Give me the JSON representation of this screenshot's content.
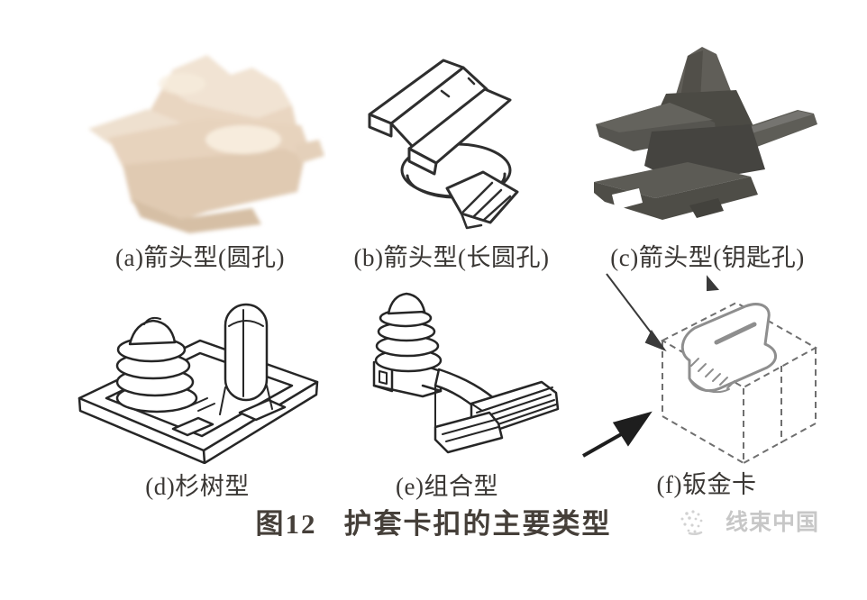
{
  "figure": {
    "background": "#ffffff",
    "panels": [
      {
        "key": "a",
        "label": "(a)箭头型(圆孔)",
        "image": "ivory-plastic-arrow-clip-photo"
      },
      {
        "key": "b",
        "label": "(b)箭头型(长圆孔)",
        "image": "arrow-clip-oblong-hole-line-drawing"
      },
      {
        "key": "c",
        "label": "(c)箭头型(钥匙孔)",
        "image": "dark-gray-arrow-clip-keyhole-render"
      },
      {
        "key": "d",
        "label": "(d)杉树型",
        "image": "fir-tree-clip-line-drawing"
      },
      {
        "key": "e",
        "label": "(e)组合型",
        "image": "combined-clip-line-drawing"
      },
      {
        "key": "f",
        "label": "(f)钣金卡",
        "image": "sheet-metal-clip-on-dashed-box-line-drawing"
      }
    ],
    "caption": {
      "number": "图12",
      "title": "护套卡扣的主要类型"
    },
    "watermark": {
      "text": "线束中国",
      "icon": "wire-harness-china-logo"
    }
  },
  "colors": {
    "ink": "#2e2e2e",
    "label_text": "#3a3734",
    "caption_text": "#453f39",
    "watermark_gray": "#c7c7c7",
    "photo_beige": "#e9d6c1",
    "render_gray": "#54534d"
  }
}
